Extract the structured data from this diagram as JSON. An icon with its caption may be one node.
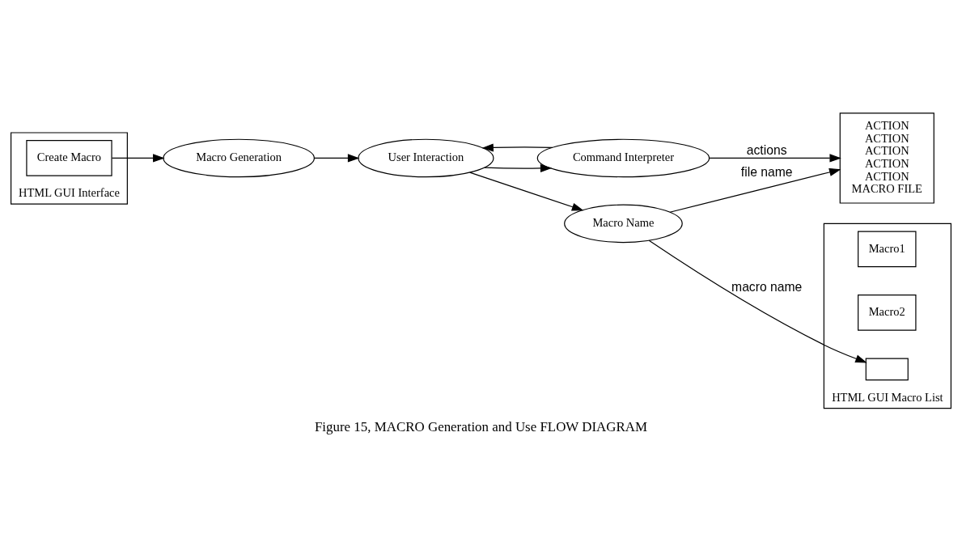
{
  "diagram": {
    "caption": "Figure 15, MACRO Generation and Use FLOW DIAGRAM",
    "nodes": [
      {
        "text": [
          "HTML GUI Interface"
        ]
      },
      {
        "text": [
          "Create Macro"
        ],
        "in": 0
      },
      {
        "text": [
          "Macro Generation"
        ]
      },
      {
        "text": [
          "User Interaction"
        ]
      },
      {
        "text": [
          "Command Interpreter"
        ]
      },
      {
        "text": [
          "Macro Name"
        ]
      },
      {
        "text": [
          "ACTION",
          "ACTION",
          "ACTION",
          "ACTION",
          "ACTION",
          "MACRO FILE"
        ]
      },
      {
        "text": [
          "HTML GUI Macro List"
        ]
      },
      {
        "text": [
          "Macro1"
        ],
        "in": 7
      },
      {
        "text": [
          "Macro2"
        ],
        "in": 7
      },
      {
        "text": [],
        "shape": "box",
        "in": 7
      }
    ],
    "edges": [
      {
        "from": 1,
        "to": 2,
        "arrow": "to"
      },
      {
        "from": 2,
        "to": 3,
        "arrow": "to"
      },
      {
        "from": 3,
        "to": 4,
        "arrow": "to"
      },
      {
        "from": 4,
        "to": 3,
        "arrow": "to"
      },
      {
        "from": 3,
        "to": 5,
        "arrow": "to"
      },
      {
        "from": 4,
        "to": 6,
        "label": "actions",
        "arrow": "to"
      },
      {
        "from": 5,
        "to": 6,
        "label": "file name",
        "arrow": "to"
      },
      {
        "from": 5,
        "to": 10,
        "label": "macro name",
        "arrow": "to"
      }
    ]
  }
}
